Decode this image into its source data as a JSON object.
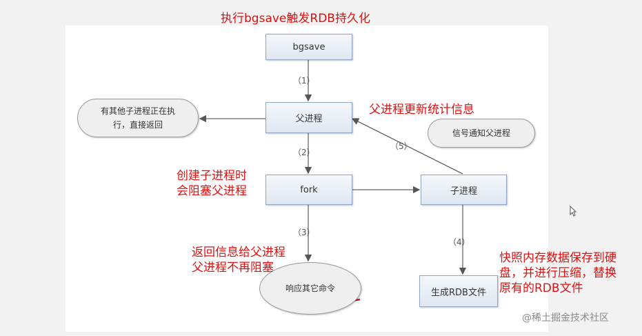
{
  "title": "执行bgsave触发RDB持久化",
  "nodes": {
    "bgsave": "bgsave",
    "parent": "父进程",
    "fork": "fork",
    "child": "子进程",
    "rdb_file": "生成RDB文件",
    "other_process": "有其他子进程正在执\n行，直接返回",
    "signal": "信号通知父进程",
    "respond": "响应其它命令"
  },
  "steps": [
    "（1）",
    "（2）",
    "（3）",
    "（4）",
    "（5）"
  ],
  "annotations": {
    "parent_update": "父进程更新统计信息",
    "fork_block": "创建子进程时\n会阻塞父进程",
    "return_info": "返回信息给父进程\n父进程不再阻塞",
    "snapshot": "快照内存数据保存到硬\n盘，并进行压缩，替换\n原有的RDB文件"
  },
  "watermark": "@稀土掘金技术社区",
  "colors": {
    "annotation": "#e01010",
    "box_border": "#8fa7c4"
  }
}
